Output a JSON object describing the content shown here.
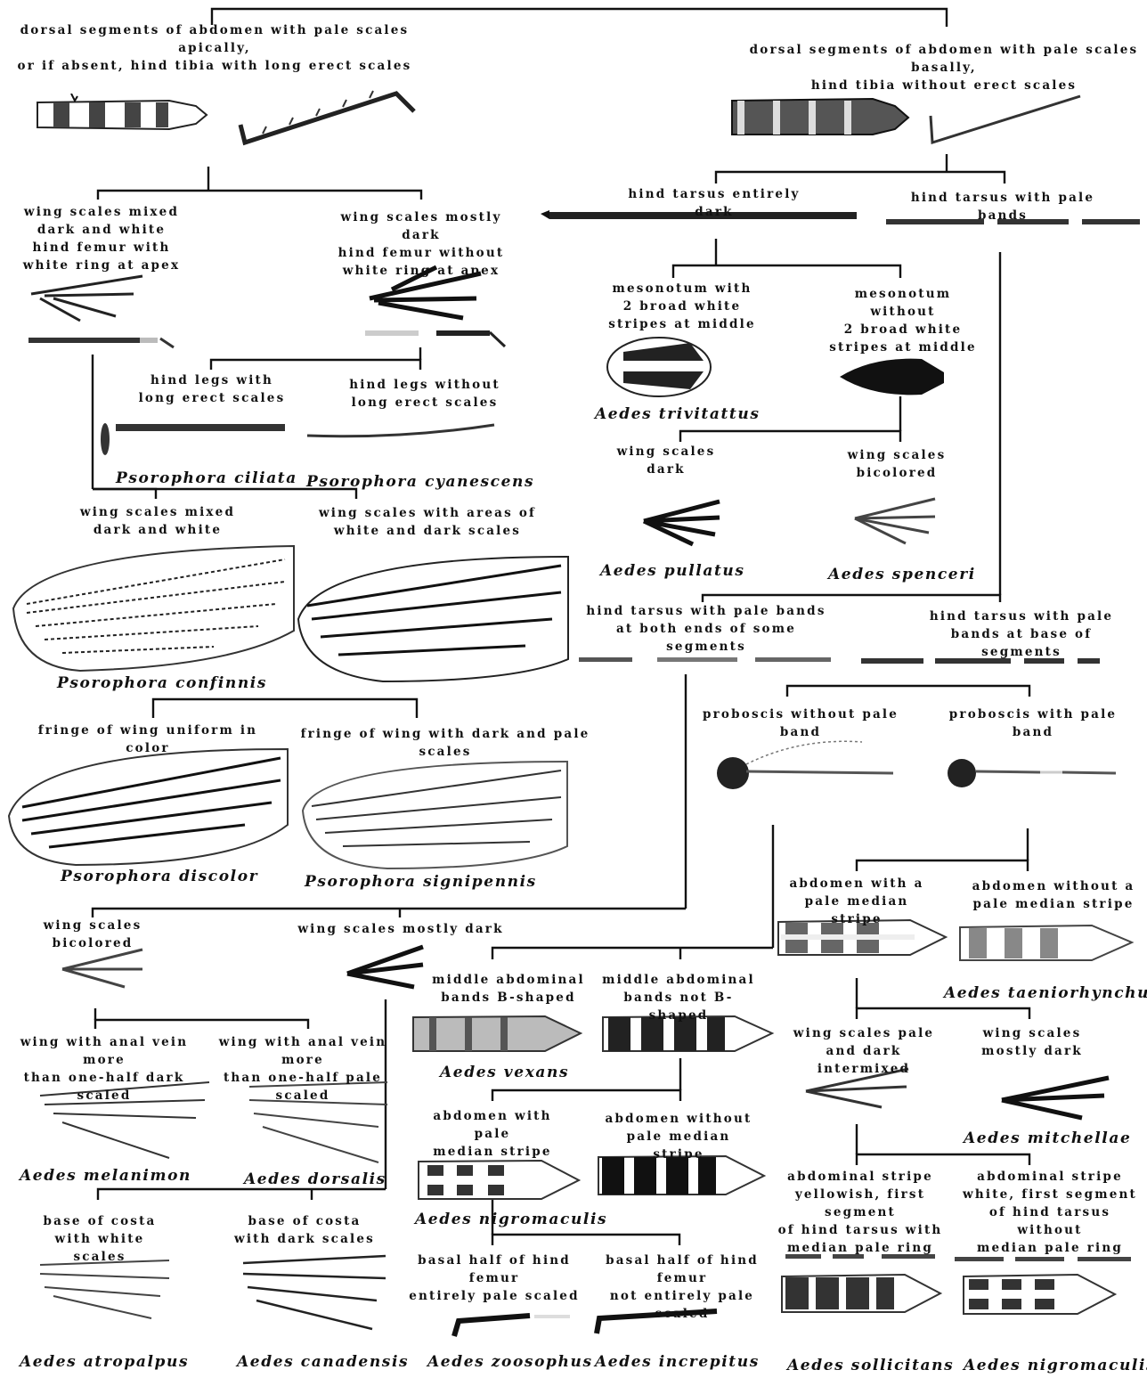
{
  "couplets": [
    {
      "id": "c1a",
      "text": "dorsal segments of abdomen with pale scales apically,\nor if absent, hind tibia with long erect scales"
    },
    {
      "id": "c1b",
      "text": "dorsal segments of abdomen with pale scales basally,\nhind tibia without erect scales"
    },
    {
      "id": "c2a",
      "text": "wing scales mixed\ndark and white\nhind femur with\nwhite ring at apex"
    },
    {
      "id": "c2b",
      "text": "wing scales mostly dark\nhind femur without\nwhite ring at apex"
    },
    {
      "id": "c3a",
      "text": "hind legs with\nlong erect scales"
    },
    {
      "id": "c3b",
      "text": "hind legs without\nlong erect scales"
    },
    {
      "id": "c4a",
      "text": "wing scales mixed\ndark and white"
    },
    {
      "id": "c4b",
      "text": "wing scales with areas of\nwhite and dark scales"
    },
    {
      "id": "c5a",
      "text": "fringe of wing uniform in color"
    },
    {
      "id": "c5b",
      "text": "fringe of wing with dark and pale scales"
    },
    {
      "id": "c6a",
      "text": "hind tarsus entirely dark"
    },
    {
      "id": "c6b",
      "text": "hind tarsus with pale bands"
    },
    {
      "id": "c7a",
      "text": "mesonotum with\n2 broad white\nstripes at middle"
    },
    {
      "id": "c7b",
      "text": "mesonotum without\n2 broad white\nstripes at middle"
    },
    {
      "id": "c8a",
      "text": "wing scales dark"
    },
    {
      "id": "c8b",
      "text": "wing scales bicolored"
    },
    {
      "id": "c9a",
      "text": "hind tarsus with pale bands\nat both ends of some segments"
    },
    {
      "id": "c9b",
      "text": "hind tarsus with pale\nbands at base of segments"
    },
    {
      "id": "c10a",
      "text": "proboscis without pale band"
    },
    {
      "id": "c10b",
      "text": "proboscis with pale band"
    },
    {
      "id": "c11a",
      "text": "abdomen with a\npale median stripe"
    },
    {
      "id": "c11b",
      "text": "abdomen without a\npale median stripe"
    },
    {
      "id": "c12a",
      "text": "wing scales pale\nand dark intermixed"
    },
    {
      "id": "c12b",
      "text": "wing scales\nmostly dark"
    },
    {
      "id": "c13a",
      "text": "abdominal stripe\nyellowish, first segment\nof hind tarsus with\nmedian pale ring"
    },
    {
      "id": "c13b",
      "text": "abdominal stripe\nwhite, first segment\nof hind tarsus without\nmedian pale ring"
    },
    {
      "id": "c14a",
      "text": "wing scales bicolored"
    },
    {
      "id": "c14b",
      "text": "wing scales mostly dark"
    },
    {
      "id": "c15a",
      "text": "wing with anal vein more\nthan one-half dark scaled"
    },
    {
      "id": "c15b",
      "text": "wing with anal vein more\nthan one-half pale scaled"
    },
    {
      "id": "c16a",
      "text": "base of costa\nwith white scales"
    },
    {
      "id": "c16b",
      "text": "base of costa\nwith dark scales"
    },
    {
      "id": "c17a",
      "text": "middle abdominal\nbands B-shaped"
    },
    {
      "id": "c17b",
      "text": "middle abdominal\nbands not B-shaped"
    },
    {
      "id": "c18a",
      "text": "abdomen with pale\nmedian stripe"
    },
    {
      "id": "c18b",
      "text": "abdomen without\npale median stripe"
    },
    {
      "id": "c19a",
      "text": "basal half of hind femur\nentirely pale scaled"
    },
    {
      "id": "c19b",
      "text": "basal half of hind femur\nnot entirely pale scaled"
    }
  ],
  "species": [
    {
      "id": "s1",
      "name": "Psorophora ciliata"
    },
    {
      "id": "s2",
      "name": "Psorophora cyanescens"
    },
    {
      "id": "s3",
      "name": "Psorophora confinnis"
    },
    {
      "id": "s4",
      "name": "Psorophora discolor"
    },
    {
      "id": "s5",
      "name": "Psorophora signipennis"
    },
    {
      "id": "s6",
      "name": "Aedes trivitattus"
    },
    {
      "id": "s7",
      "name": "Aedes pullatus"
    },
    {
      "id": "s8",
      "name": "Aedes spenceri"
    },
    {
      "id": "s9",
      "name": "Aedes taeniorhynchus"
    },
    {
      "id": "s10",
      "name": "Aedes mitchellae"
    },
    {
      "id": "s11",
      "name": "Aedes melanimon"
    },
    {
      "id": "s12",
      "name": "Aedes dorsalis"
    },
    {
      "id": "s13",
      "name": "Aedes vexans"
    },
    {
      "id": "s14",
      "name": "Aedes nigromaculis"
    },
    {
      "id": "s15",
      "name": "Aedes atropalpus"
    },
    {
      "id": "s16",
      "name": "Aedes canadensis"
    },
    {
      "id": "s17",
      "name": "Aedes zoosophus"
    },
    {
      "id": "s18",
      "name": "Aedes increpitus"
    },
    {
      "id": "s19",
      "name": "Aedes sollicitans"
    },
    {
      "id": "s20",
      "name": "Aedes nigromaculis"
    }
  ],
  "colors": {
    "ink": "#111111",
    "paper": "#ffffff",
    "scale": "#555555"
  }
}
